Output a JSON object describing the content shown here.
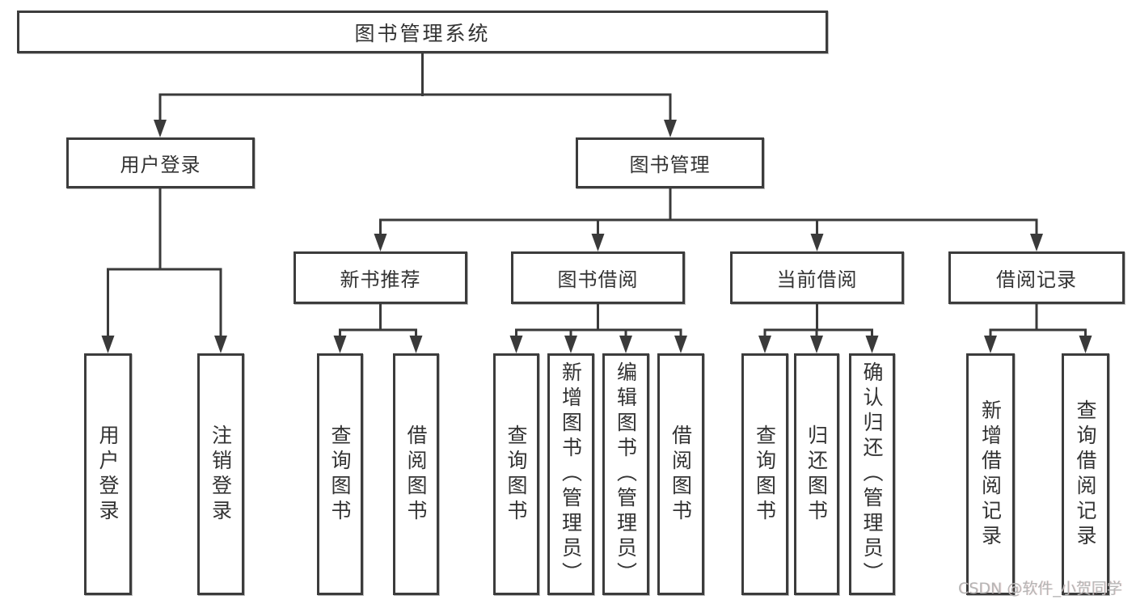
{
  "diagram": {
    "title": "图书管理系统",
    "tree": {
      "root": "图书管理系统",
      "level2": [
        "用户登录",
        "图书管理"
      ],
      "level3": [
        "新书推荐",
        "图书借阅",
        "当前借阅",
        "借阅记录"
      ],
      "leaves_login": [
        "用户登录",
        "注销登录"
      ],
      "leaves_recommend": [
        "查询图书",
        "借阅图书"
      ],
      "leaves_borrow": [
        "查询图书",
        "新增图书（管理员）",
        "编辑图书（管理员）",
        "借阅图书"
      ],
      "leaves_current": [
        "查询图书",
        "归还图书",
        "确认归还（管理员）"
      ],
      "leaves_records": [
        "新增借阅记录",
        "查询借阅记录"
      ]
    },
    "colors": {
      "line": "#3a3a3a",
      "box_border": "#3c3c3c",
      "text": "#333333",
      "background": "#ffffff",
      "watermark": "#b5b5b5"
    }
  },
  "watermark": {
    "text": "CSDN @软件_小贺同学"
  }
}
